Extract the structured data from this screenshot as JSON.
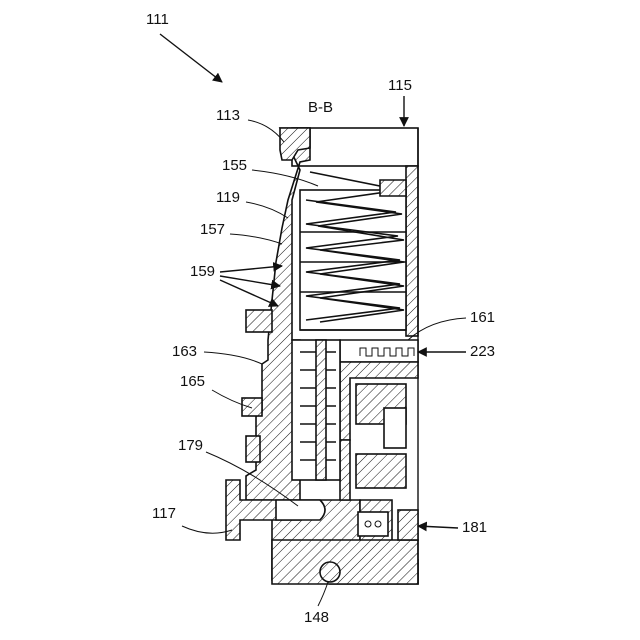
{
  "diagram": {
    "section_label": "B-B",
    "refs": {
      "r111": "111",
      "r113": "113",
      "r115": "115",
      "r155": "155",
      "r119": "119",
      "r157": "157",
      "r159": "159",
      "r161": "161",
      "r223": "223",
      "r163": "163",
      "r165": "165",
      "r179": "179",
      "r117": "117",
      "r181": "181",
      "r148": "148"
    }
  },
  "colors": {
    "ink": "#111111",
    "paper": "#ffffff"
  }
}
